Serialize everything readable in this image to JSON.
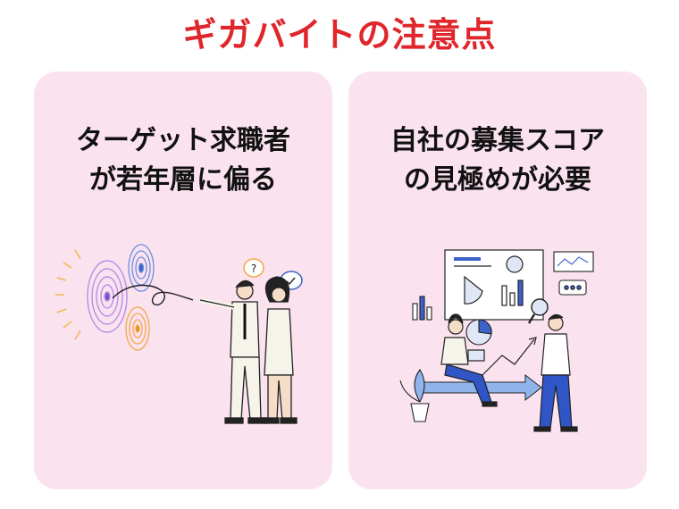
{
  "title": "ギガバイトの注意点",
  "colors": {
    "title": "#e0252b",
    "card_background": "#fbe2ef"
  },
  "cards": [
    {
      "heading_lines": [
        "ターゲット求職者",
        "が若年層に偏る"
      ],
      "illustration": "target-couple-illustration"
    },
    {
      "heading_lines": [
        "自社の募集スコア",
        "の見極めが必要"
      ],
      "illustration": "analytics-team-illustration"
    }
  ]
}
